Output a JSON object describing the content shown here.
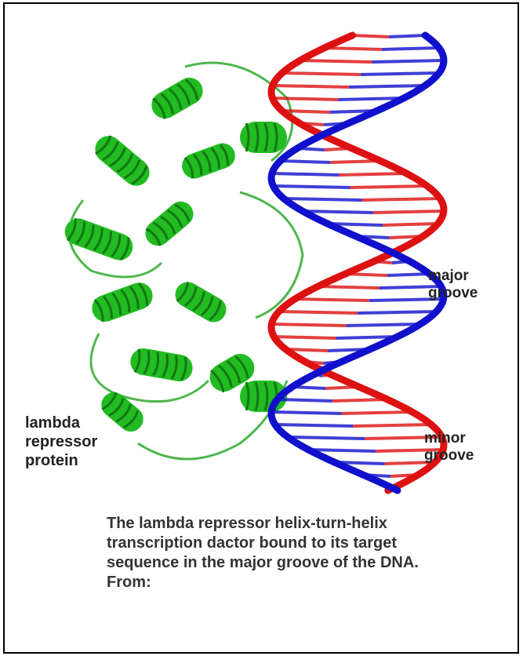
{
  "labels": {
    "protein": "lambda\nrepressor\nprotein",
    "major_groove": "major\ngroove",
    "minor_groove": "minor\ngroove"
  },
  "caption": "The lambda repressor helix-turn-helix transcription dactor bound to its target sequence in the major groove of the DNA. From:",
  "colors": {
    "protein": "#22bb22",
    "dna_strand_a": "#1010cc",
    "dna_strand_b": "#dd1111"
  }
}
